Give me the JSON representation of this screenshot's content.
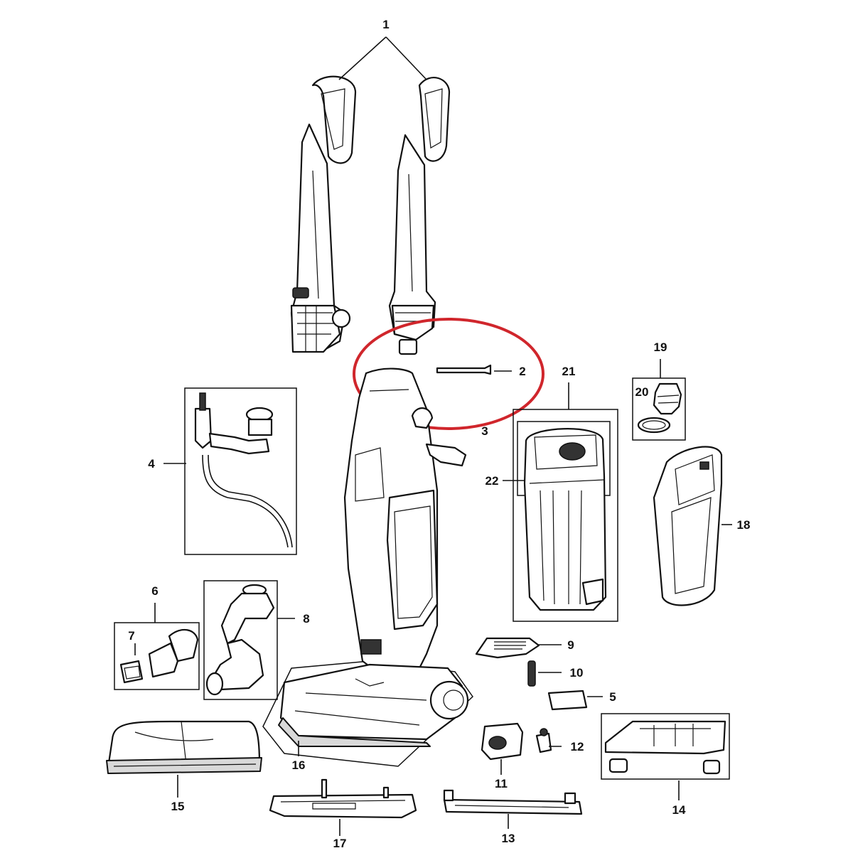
{
  "diagram": {
    "callouts": [
      {
        "id": "callout-1",
        "text": "1"
      },
      {
        "id": "callout-2",
        "text": "2"
      },
      {
        "id": "callout-3",
        "text": "3"
      },
      {
        "id": "callout-4",
        "text": "4"
      },
      {
        "id": "callout-5",
        "text": "5"
      },
      {
        "id": "callout-6",
        "text": "6"
      },
      {
        "id": "callout-7",
        "text": "7"
      },
      {
        "id": "callout-8",
        "text": "8"
      },
      {
        "id": "callout-9",
        "text": "9"
      },
      {
        "id": "callout-10",
        "text": "10"
      },
      {
        "id": "callout-11",
        "text": "11"
      },
      {
        "id": "callout-12",
        "text": "12"
      },
      {
        "id": "callout-13",
        "text": "13"
      },
      {
        "id": "callout-14",
        "text": "14"
      },
      {
        "id": "callout-15",
        "text": "15"
      },
      {
        "id": "callout-16",
        "text": "16"
      },
      {
        "id": "callout-17",
        "text": "17"
      },
      {
        "id": "callout-18",
        "text": "18"
      },
      {
        "id": "callout-19",
        "text": "19"
      },
      {
        "id": "callout-20",
        "text": "20"
      },
      {
        "id": "callout-21",
        "text": "21"
      },
      {
        "id": "callout-22",
        "text": "22"
      }
    ],
    "highlight_color": "#d0262c",
    "highlighted_part": "2"
  }
}
